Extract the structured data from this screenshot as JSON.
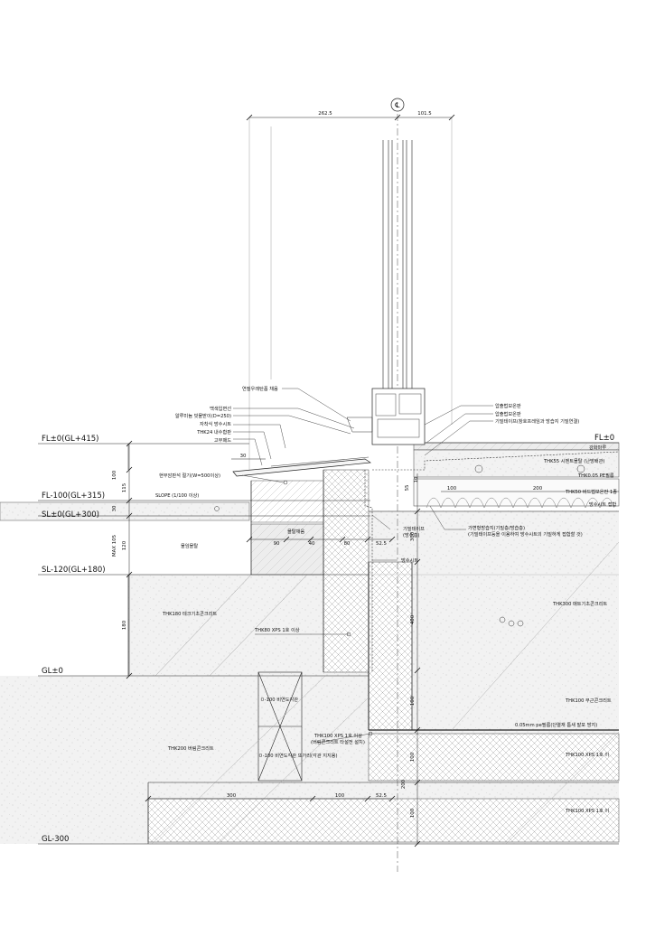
{
  "levels": {
    "fl_0_gl415": "FL±0(GL+415)",
    "fl_0_right": "FL±0",
    "fl_m100": "FL-100(GL+315)",
    "sl_0": "SL±0(GL+300)",
    "sl_m120": "SL-120(GL+180)",
    "gl_0": "GL±0",
    "gl_m300": "GL-300"
  },
  "centerline_symbol": "℄",
  "dimensions": {
    "top_left": "262.5",
    "top_right": "101.5",
    "d30": "30",
    "v100": "100",
    "v115": "115",
    "v30": "30",
    "max105": "MAX 105",
    "v120": "120",
    "v180": "180",
    "h90": "90",
    "h40": "40",
    "h80": "80",
    "h52_5": "52.5",
    "v55": "55",
    "v10": "10",
    "h100_top": "100",
    "h200_top": "200",
    "v300": "300",
    "v400": "400",
    "v100_b1": "100",
    "v100_b2": "100",
    "v200_b": "200",
    "v100_b3": "100",
    "h300_b": "300",
    "h100_b": "100",
    "h52_5_b": "52.5"
  },
  "notes": {
    "urethane_fill": "연질우레탄폼 채움",
    "white_sealant": "백색입면선",
    "alu_plate": "알루미늄 빗물받이(D=250)",
    "self_adhesive": "자착식 방수시트",
    "thk24": "THK24 내수합판",
    "rubber": "고무패드",
    "drain_cut": "현무암판석 절기(W=500이상)",
    "slope": "SLOPE (1/100 이상)",
    "rubble": "물임몰탈",
    "mortar_fill": "몰탈채움",
    "airtight_tape": "기밀테이프",
    "waterproof_layer": "(방수층)",
    "waterproof_sheet": "방수시트",
    "thk180": "THK180 테크기초콘크리트",
    "thk80": "THK80 XPS 1호 이상",
    "pipe_top": "ㅁ-100 비연도각관",
    "thk200": "THK200 버림콘크리트",
    "thk100_xps_a": "THK100 XPS 1호 이상",
    "thk100_xps_a2": "(버림콘크리트 타설전 설치)",
    "pipe_bottom": "ㅁ-100 비연도각관 또가리(각관 지지용)",
    "press_a": "압출법보온판",
    "press_b": "압출법보온판",
    "airtight_frame": "기밀테이프(창호프레임과 방습지 기밀연결)",
    "var_vapor": "가변형방습지(기밀층/방습층)",
    "var_vapor2": "(기밀테이프등을 이용하여 방수시트의 기밀하게 접합할 것)",
    "finish": "강화마루",
    "thk55": "THK55 시멘트몰탈 (난방배관)",
    "thk0_05": "THK0.05 PE필름",
    "thk50": "THK50 비드법보온판 1종",
    "wp_sheet_r": "방수시트 접합",
    "thk300_mat": "THK300 매트기초콘크리트",
    "thk100_lean": "THK100 무근콘크리트",
    "pe_film": "0.05mm pe필름(단열재 틈새 발포 방지)",
    "thk100_xps_b": "THK100 XPS 1호 이",
    "thk100_xps_c": "THK100 XPS 1호 이"
  }
}
